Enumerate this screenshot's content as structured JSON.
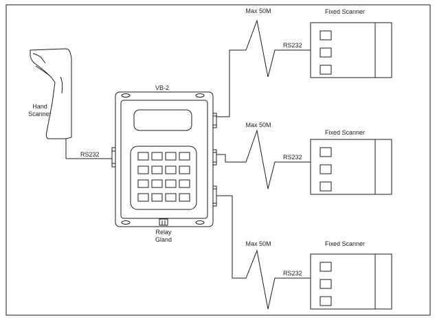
{
  "hand_scanner": {
    "label_line1": "Hand",
    "label_line2": "Scanner",
    "link": "RS232"
  },
  "controller": {
    "title": "VB-2",
    "gland_line1": "Relay",
    "gland_line2": "Gland"
  },
  "links": [
    {
      "max": "Max 50M",
      "protocol": "RS232",
      "device": "Fixed Scanner"
    },
    {
      "max": "Max 50M",
      "protocol": "RS232",
      "device": "Fixed Scanner"
    },
    {
      "max": "Max 50M",
      "protocol": "RS232",
      "device": "Fixed Scanner"
    }
  ]
}
